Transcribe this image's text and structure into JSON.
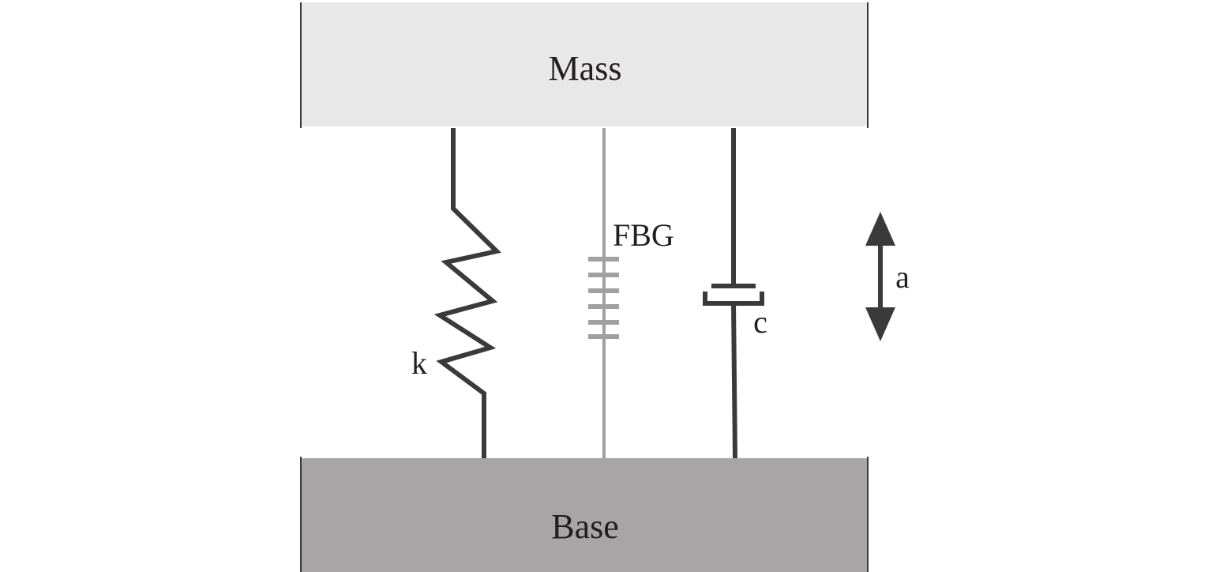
{
  "diagram": {
    "mass_label": "Mass",
    "base_label": "Base",
    "spring_label": "k",
    "fbg_label": "FBG",
    "damper_label": "c",
    "acceleration_label": "a"
  },
  "colors": {
    "mass_fill": "#e8e8e8",
    "base_fill": "#a7a5a6",
    "line_dark": "#3a3a3a",
    "fbg_gray": "#a0a0a0",
    "text": "#231f20"
  },
  "icons": {
    "acceleration": "double-headed-vertical-arrow-icon"
  }
}
